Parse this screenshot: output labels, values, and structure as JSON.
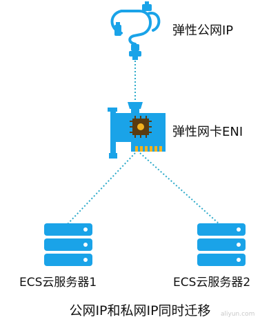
{
  "nodes": {
    "eip": {
      "label": "弹性公网IP",
      "icon": "network-cable-icon"
    },
    "eni": {
      "label": "弹性网卡ENI",
      "icon": "network-card-icon"
    },
    "ecs1": {
      "label": "ECS云服务器1",
      "icon": "server-stack-icon"
    },
    "ecs2": {
      "label": "ECS云服务器2",
      "icon": "server-stack-icon"
    }
  },
  "edges": [
    {
      "from": "eip",
      "to": "eni",
      "style": "dotted"
    },
    {
      "from": "eni",
      "to": "ecs1",
      "style": "dotted"
    },
    {
      "from": "eni",
      "to": "ecs2",
      "style": "dotted"
    }
  ],
  "caption": "公网IP和私网IP同时迁移",
  "watermark": "aliyun.com",
  "colors": {
    "icon_blue": "#1aa3e8",
    "line_teal": "#2aa9c9",
    "chip_dark": "#5a3b10",
    "chip_gold": "#f2b21f"
  }
}
